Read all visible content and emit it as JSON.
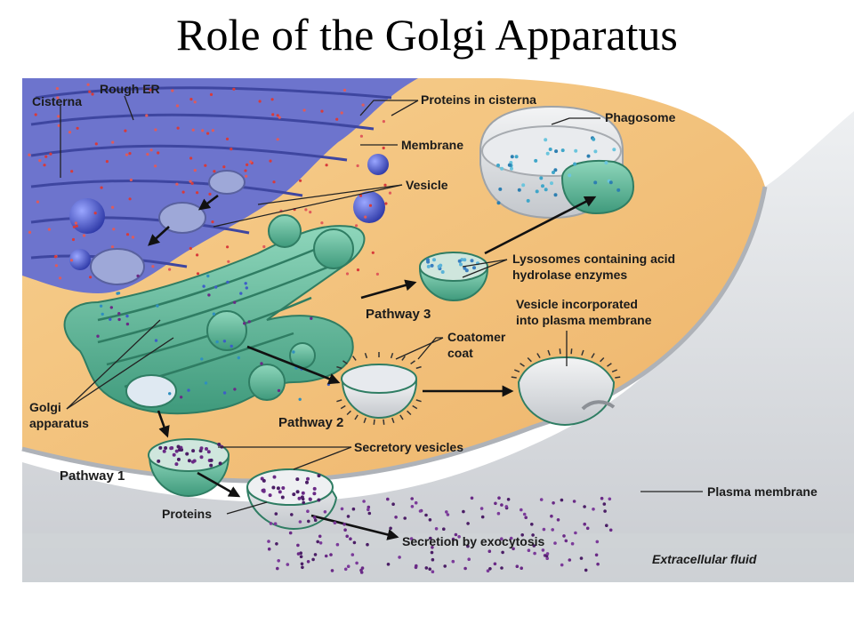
{
  "title": "Role of the Golgi Apparatus",
  "labels": {
    "cisterna": "Cisterna",
    "rough_er": "Rough ER",
    "proteins_in_cisterna": "Proteins in cisterna",
    "membrane": "Membrane",
    "vesicle": "Vesicle",
    "phagosome": "Phagosome",
    "lysosomes_line1": "Lysosomes containing acid",
    "lysosomes_line2": "hydrolase enzymes",
    "pathway3": "Pathway 3",
    "vesicle_incorporated_line1": "Vesicle incorporated",
    "vesicle_incorporated_line2": "into plasma membrane",
    "coatomer_line1": "Coatomer",
    "coatomer_line2": "coat",
    "golgi_line1": "Golgi",
    "golgi_line2": "apparatus",
    "pathway2": "Pathway 2",
    "secretory_vesicles": "Secretory vesicles",
    "pathway1": "Pathway 1",
    "plasma_membrane": "Plasma membrane",
    "proteins": "Proteins",
    "secretion": "Secretion by exocytosis",
    "extracellular_fluid": "Extracellular fluid"
  },
  "colors": {
    "cytoplasm": "#f2c27e",
    "rough_er": "#6a71c9",
    "golgi": "#5fb79a",
    "plasma_membrane": "#d8dade",
    "secretory_protein": "#6a2a86"
  }
}
